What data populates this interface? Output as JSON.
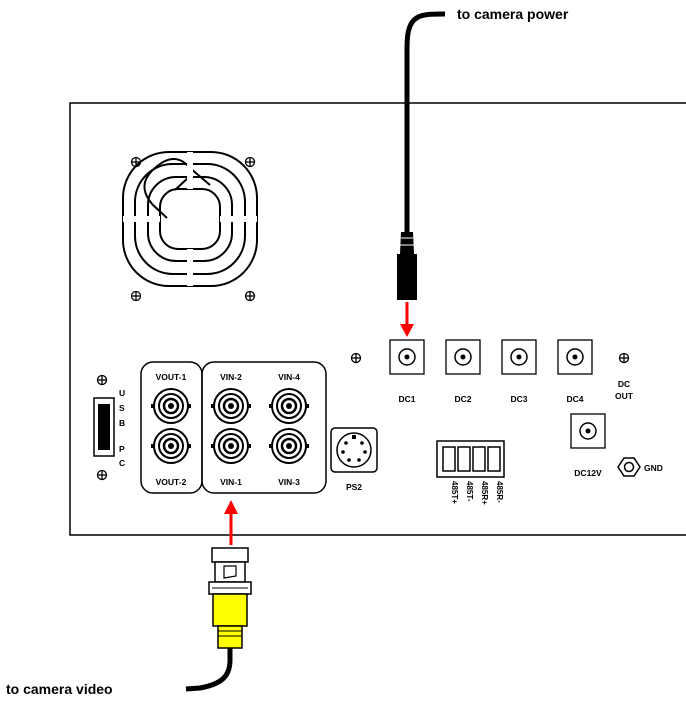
{
  "callouts": {
    "power": "to camera power",
    "video": "to camera video"
  },
  "usb_pc": {
    "letters": [
      "U",
      "S",
      "B",
      "P",
      "C"
    ]
  },
  "bnc_ports": {
    "vout1": "VOUT-1",
    "vout2": "VOUT-2",
    "vin1": "VIN-1",
    "vin2": "VIN-2",
    "vin3": "VIN-3",
    "vin4": "VIN-4"
  },
  "ps2": "PS2",
  "dc_outputs": [
    "DC1",
    "DC2",
    "DC3",
    "DC4"
  ],
  "dc_out": {
    "line1": "DC",
    "line2": "OUT"
  },
  "rs485": [
    "485T+",
    "485T-",
    "485R+",
    "485R-"
  ],
  "dc12v": {
    "label": "DC12V",
    "polarity": "⊖●⊕"
  },
  "gnd": "GND",
  "colors": {
    "arrow": "#ff0000",
    "cable_yellow": "#ffff00",
    "outline": "#000000"
  },
  "icons": {
    "screw": "crosshair-screw-icon",
    "fan": "fan-grille-icon"
  }
}
